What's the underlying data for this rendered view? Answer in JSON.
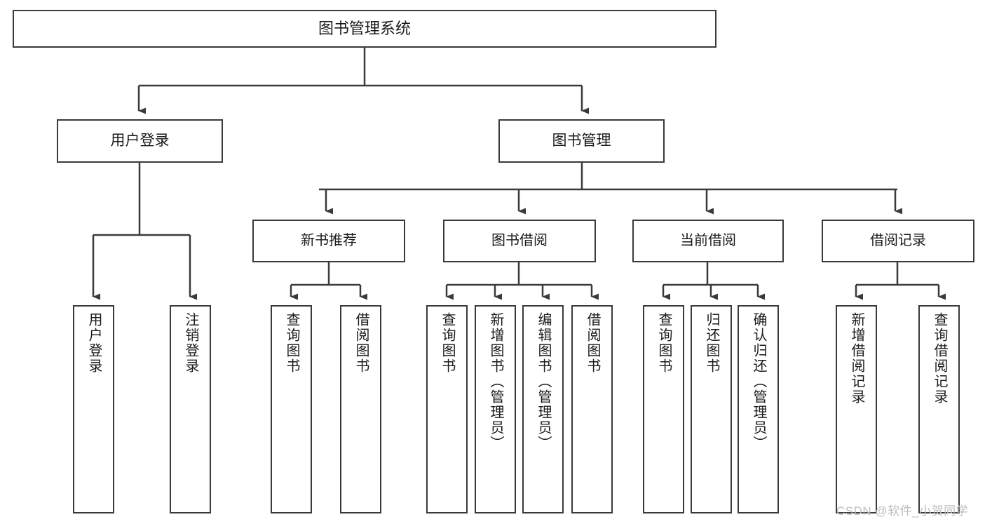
{
  "diagram": {
    "type": "tree-hierarchy",
    "title": "图书管理系统",
    "orientation": "top-down",
    "colors": {
      "stroke": "#3a3a3a",
      "fill": "#ffffff",
      "text": "#1a1a1a",
      "watermark": "#bdbdbd"
    },
    "root": {
      "label": "图书管理系统"
    },
    "level2": [
      {
        "label": "用户登录"
      },
      {
        "label": "图书管理"
      }
    ],
    "level3": [
      {
        "label": "新书推荐"
      },
      {
        "label": "图书借阅"
      },
      {
        "label": "当前借阅"
      },
      {
        "label": "借阅记录"
      }
    ],
    "leaves": {
      "user_login": [
        {
          "label": "用户登录"
        },
        {
          "label": "注销登录"
        }
      ],
      "new_book_recommend": [
        {
          "label": "查询图书"
        },
        {
          "label": "借阅图书"
        }
      ],
      "book_borrow": [
        {
          "label": "查询图书"
        },
        {
          "label": "新增图书（管理员）"
        },
        {
          "label": "编辑图书（管理员）"
        },
        {
          "label": "借阅图书"
        }
      ],
      "current_borrow": [
        {
          "label": "查询图书"
        },
        {
          "label": "归还图书"
        },
        {
          "label": "确认归还（管理员）"
        }
      ],
      "borrow_record": [
        {
          "label": "新增借阅记录"
        },
        {
          "label": "查询借阅记录"
        }
      ]
    },
    "watermark": "CSDN @软件_小贺同学"
  }
}
